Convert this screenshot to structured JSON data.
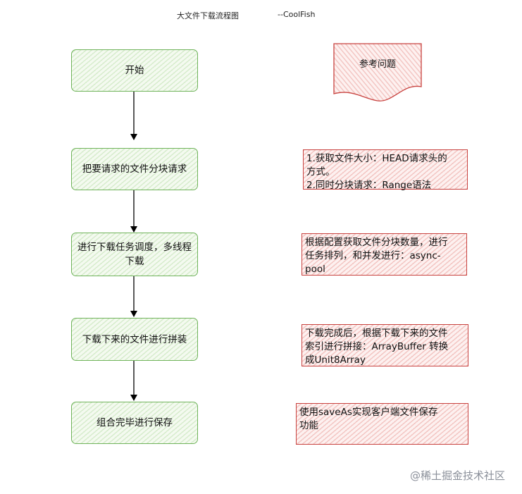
{
  "header": {
    "title": "大文件下载流程图",
    "author": "--CoolFish"
  },
  "flow": {
    "steps": [
      {
        "label": "开始"
      },
      {
        "label": "把要请求的文件分块请求"
      },
      {
        "label": "进行下载任务调度，多线程下载"
      },
      {
        "label": "下载下来的文件进行拼装"
      },
      {
        "label": "组合完毕进行保存"
      }
    ]
  },
  "reference": {
    "label": "参考问题"
  },
  "notes": [
    {
      "lines": [
        "1.获取文件大小：HEAD请求头的",
        "方式。",
        "2.同时分块请求：Range语法"
      ]
    },
    {
      "lines": [
        "根据配置获取文件分块数量，进行",
        "任务排列，和并发进行：async-",
        "pool"
      ]
    },
    {
      "lines": [
        "下载完成后，根据下载下来的文件",
        "索引进行拼接：ArrayBuffer 转换",
        "成Unit8Array"
      ]
    },
    {
      "lines": [
        "使用saveAs实现客户端文件保存",
        "功能"
      ]
    }
  ],
  "colors": {
    "step_border": "#6fb35a",
    "step_fill": "#d7eccd",
    "note_border": "#c8423f",
    "note_fill": "#f3c6c3"
  },
  "watermark": "@稀土掘金技术社区"
}
